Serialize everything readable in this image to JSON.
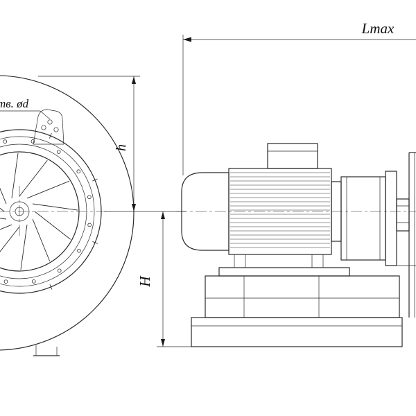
{
  "drawing": {
    "type": "technical-drawing-centrifugal-fan",
    "views": {
      "front_view": "fan-scroll-front-view",
      "side_view": "fan-motor-assembly-side-view"
    },
    "labels": {
      "lmax": "Lmax",
      "height_small": "h",
      "height_big": "H",
      "holes_note": "тв. ød"
    },
    "colors": {
      "line": "#2a2a2a",
      "background": "#ffffff"
    }
  }
}
